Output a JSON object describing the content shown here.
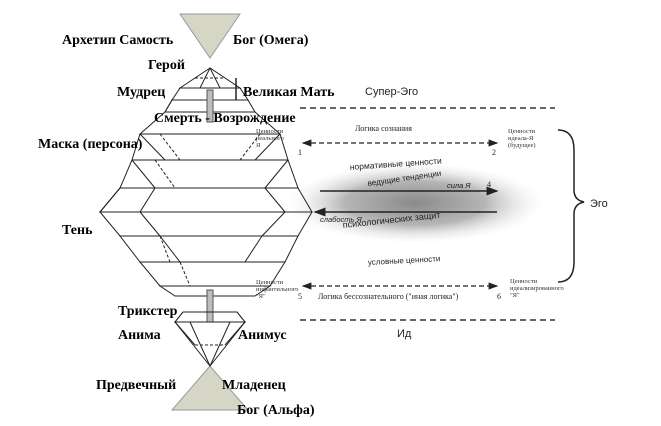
{
  "archetypes": {
    "top_left": "Архетип Самость",
    "top_right": "Бог (Омега)",
    "hero": "Герой",
    "sage": "Мудрец",
    "great_mother": "Великая Мать",
    "death_rebirth": "Смерть - Возрождение",
    "mask": "Маска (персона)",
    "shadow": "Тень",
    "trickster": "Трикстер",
    "anima": "Анима",
    "animus": "Анимус",
    "primordial": "Предвечный",
    "infant": "Младенец",
    "god_alpha": "Бог (Альфа)"
  },
  "psyche": {
    "super_ego": "Супер-Эго",
    "ego": "Эго",
    "id": "Ид",
    "logic_consciousness": "Логика сознания",
    "logic_unconscious": "Логика бессознательного (\"иная логика\")",
    "normative_values": "нормативные ценности",
    "leading_tendencies": "ведущие тенденции",
    "strong_self": "сила Я",
    "weak_self": "слабость Я",
    "psych_defense": "психологических защит",
    "conditional_values": "условные ценности",
    "values_infantile_line1": "Ценности",
    "values_infantile_line2": "инфантильного",
    "values_infantile_line3": "\"Я\"",
    "values_ideal_line1": "Ценности",
    "values_ideal_line2": "идеала-Я",
    "values_ideal_line3": "(будущее)",
    "values_idealized_line1": "Ценности",
    "values_idealized_line2": "идеализированного",
    "values_idealized_line3": "\"Я\"",
    "values_present_line1": "Ценности",
    "values_present_line2": "реального",
    "values_present_line3": "Я",
    "n1": "1",
    "n2": "2",
    "n4": "4",
    "n5": "5",
    "n6": "6"
  }
}
